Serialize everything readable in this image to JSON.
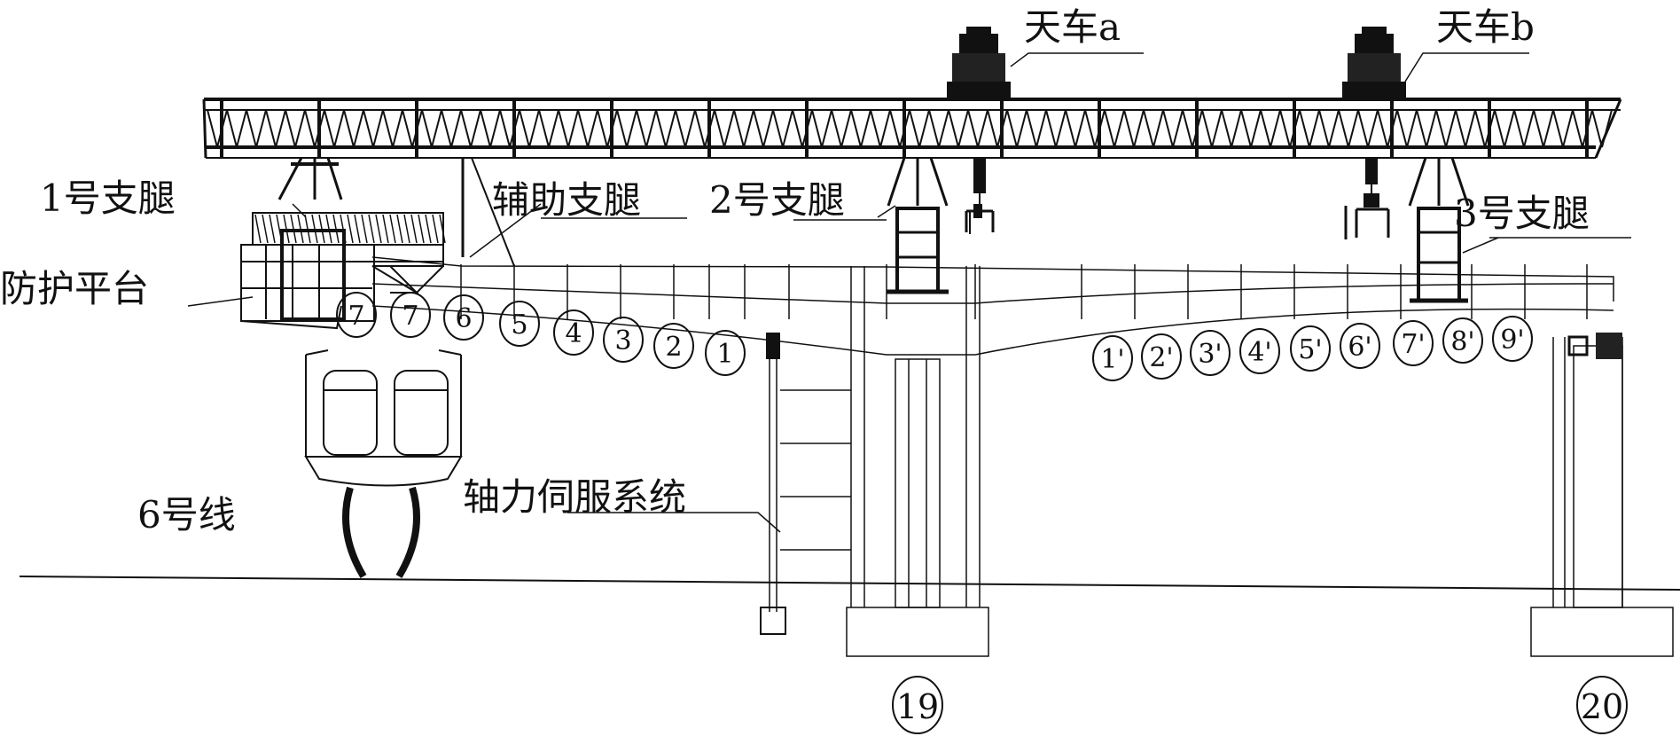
{
  "labels": {
    "trolley_a": "天车a",
    "trolley_b": "天车b",
    "leg_1": "1号支腿",
    "aux_leg": "辅助支腿",
    "leg_2": "2号支腿",
    "leg_3": "3号支腿",
    "platform": "防护平台",
    "line_6": "6号线",
    "servo": "轴力伺服系统"
  },
  "segments_left": [
    "7",
    "7",
    "6",
    "5",
    "4",
    "3",
    "2",
    "1"
  ],
  "segments_right": [
    "1'",
    "2'",
    "3'",
    "4'",
    "5'",
    "6'",
    "7'",
    "8'",
    "9'"
  ],
  "piers": [
    "19",
    "20"
  ]
}
